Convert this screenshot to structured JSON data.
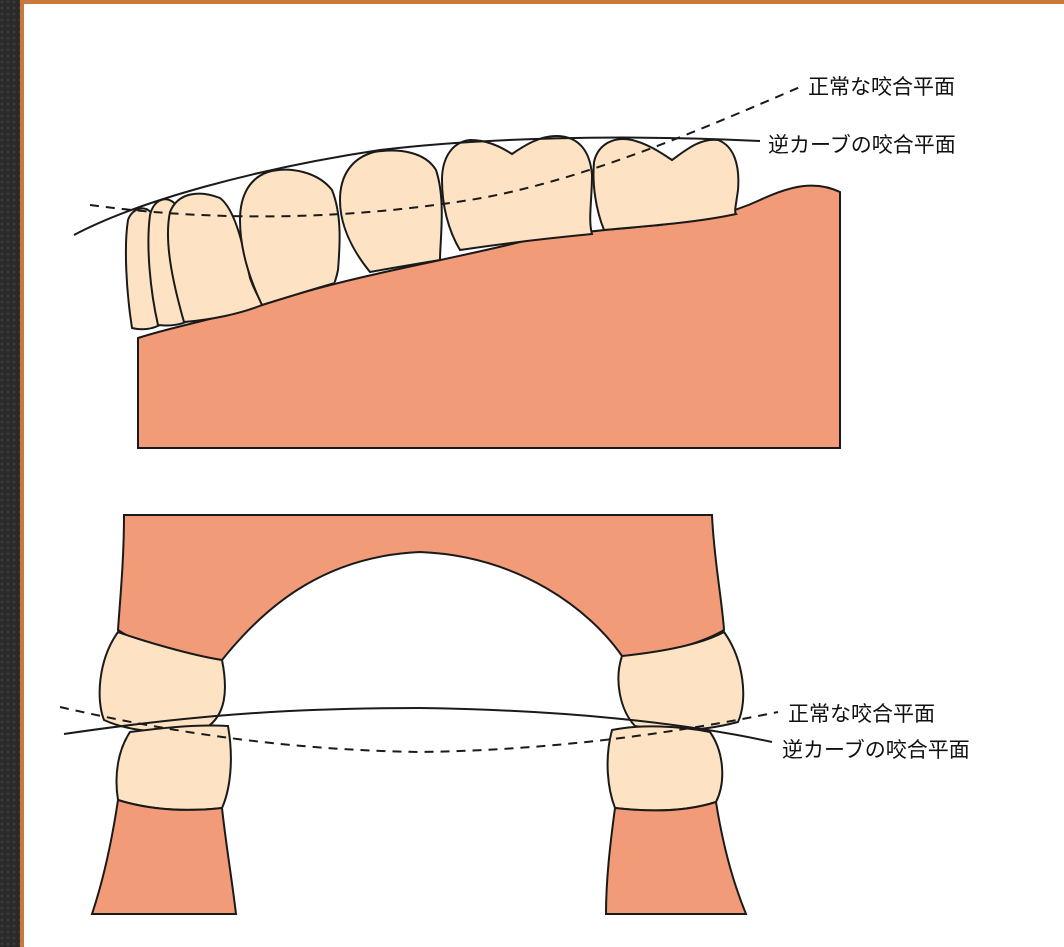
{
  "diagram": {
    "top": {
      "normal_plane_label": "正常な咬合平面",
      "reverse_curve_label": "逆カーブの咬合平面"
    },
    "bottom": {
      "normal_plane_label": "正常な咬合平面",
      "reverse_curve_label": "逆カーブの咬合平面"
    }
  },
  "colors": {
    "gum": "#f29b78",
    "tooth": "#fde3c3",
    "stroke": "#1a1a1a",
    "frame_border": "#c8783a"
  }
}
